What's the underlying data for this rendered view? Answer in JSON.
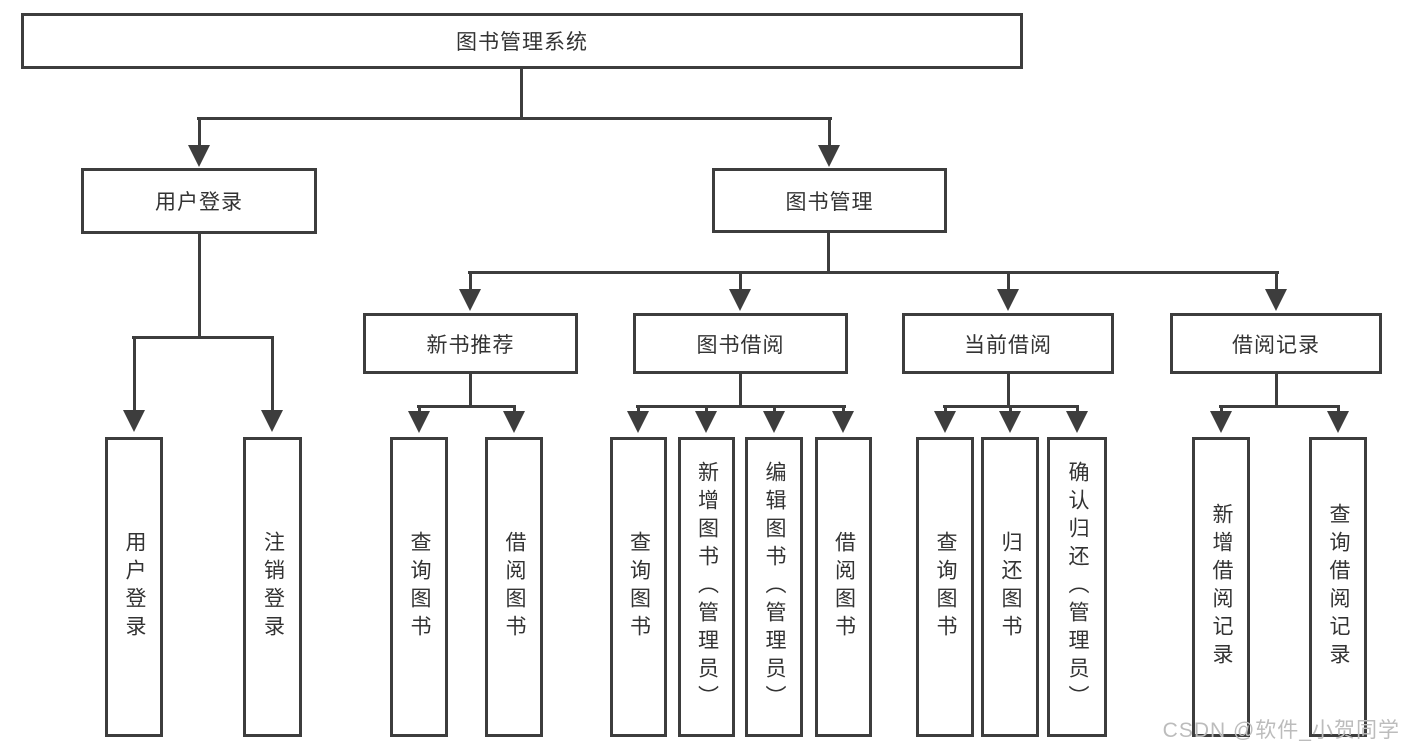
{
  "diagram": {
    "title": "图书管理系统",
    "branches": [
      {
        "label": "用户登录",
        "children": [
          {
            "label": "用户登录"
          },
          {
            "label": "注销登录"
          }
        ]
      },
      {
        "label": "图书管理",
        "children": [
          {
            "label": "新书推荐",
            "children": [
              {
                "label": "查询图书"
              },
              {
                "label": "借阅图书"
              }
            ]
          },
          {
            "label": "图书借阅",
            "children": [
              {
                "label": "查询图书"
              },
              {
                "label": "新增图书（管理员）"
              },
              {
                "label": "编辑图书（管理员）"
              },
              {
                "label": "借阅图书"
              }
            ]
          },
          {
            "label": "当前借阅",
            "children": [
              {
                "label": "查询图书"
              },
              {
                "label": "归还图书"
              },
              {
                "label": "确认归还（管理员）"
              }
            ]
          },
          {
            "label": "借阅记录",
            "children": [
              {
                "label": "新增借阅记录"
              },
              {
                "label": "查询借阅记录"
              }
            ]
          }
        ]
      }
    ]
  },
  "watermark": {
    "text": "CSDN @软件_小贺同学"
  },
  "colors": {
    "line": "#3d3d3d",
    "text": "#333333",
    "watermark": "#bcbcbc",
    "background": "#ffffff"
  }
}
